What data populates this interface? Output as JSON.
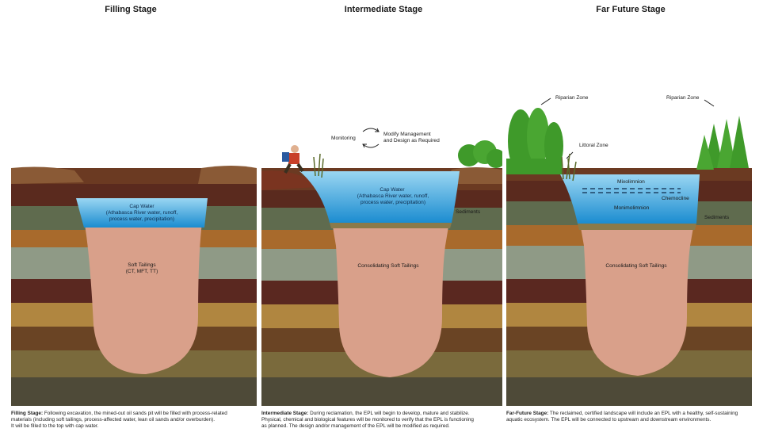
{
  "stages": [
    {
      "title": "Filling Stage",
      "labels": {
        "cap_water": "Cap Water",
        "cap_water_detail_1": "(Athabasca River water, runoff,",
        "cap_water_detail_2": "process water, precipitation)",
        "tailings": "Soft Tailings",
        "tailings_detail": "(CT, MFT, TT)"
      },
      "caption": {
        "lead": "Filling Stage:",
        "line1": " Following excavation, the mined-out oil sands pit will be filled with process-related",
        "line2": "materials (including soft tailings, process-affected water, lean oil sands and/or overburden).",
        "line3": "It will be filled to the top with cap water."
      }
    },
    {
      "title": "Intermediate Stage",
      "labels": {
        "monitoring": "Monitoring",
        "modify_1": "Modify Management",
        "modify_2": "and Design as Required",
        "cap_water": "Cap Water",
        "cap_water_detail_1": "(Athabasca River water, runoff,",
        "cap_water_detail_2": "process water, precipitation)",
        "sediments": "Sediments",
        "tailings": "Consolidating Soft Tailings"
      },
      "caption": {
        "lead": "Intermediate Stage:",
        "line1": " During reclamation, the EPL will begin to develop, mature and stabilize.",
        "line2": "Physical, chemical and biological features will be monitored to verify that the EPL is functioning",
        "line3": "as planned. The design and/or management of the EPL will be modified as required."
      }
    },
    {
      "title": "Far Future Stage",
      "labels": {
        "riparian_left": "Riparian Zone",
        "riparian_right": "Riparian Zone",
        "littoral": "Littoral Zone",
        "mixolimnion": "Mixolimnion",
        "chemocline": "Chemocline",
        "monimolimnion": "Monimolimnion",
        "sediments": "Sediments",
        "tailings": "Consolidating Soft Tailings"
      },
      "caption": {
        "lead": "Far-Future Stage:",
        "line1": " The reclaimed, certified landscape will include an EPL with a healthy, self-sustaining",
        "line2": "aquatic ecosystem. The EPL will be connected to upstream and downstream environments.",
        "line3": ""
      }
    }
  ],
  "colors": {
    "water_top": "#8fd0f0",
    "water_bottom": "#1e8fd2",
    "tailings": "#d9a08a",
    "sediment": "#8a7a4a",
    "tree": "#3f9a2a"
  }
}
